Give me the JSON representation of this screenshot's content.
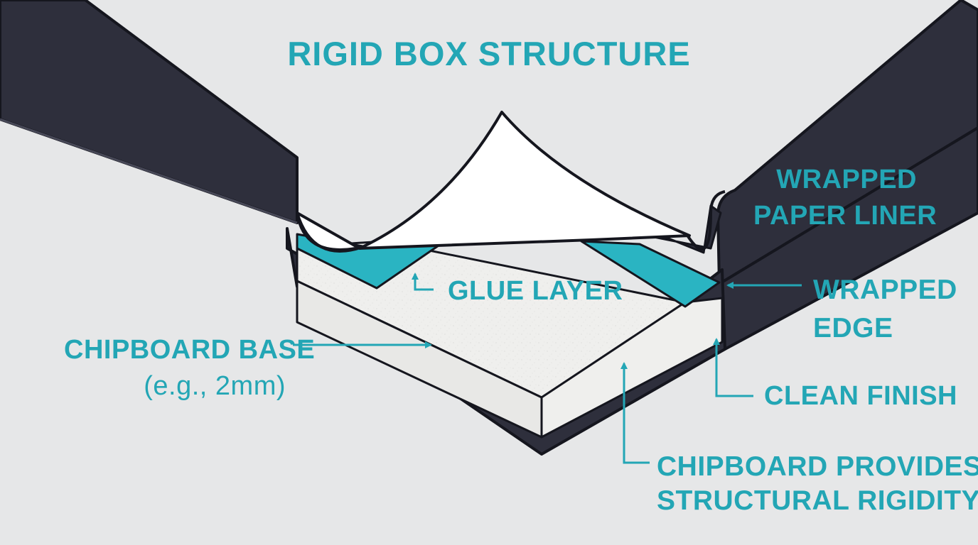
{
  "title": "RIGID BOX STRUCTURE",
  "labels": {
    "wrapped_paper_liner": [
      "WRAPPED",
      "PAPER LINER"
    ],
    "glue_layer": "GLUE LAYER",
    "wrapped_edge": [
      "WRAPPED",
      "EDGE"
    ],
    "chipboard_base": "CHIPBOARD BASE",
    "chipboard_thickness": "(e.g., 2mm)",
    "clean_finish": "CLEAN FINISH",
    "chipboard_rigidity": [
      "CHIPBOARD PROVIDES",
      "STRUCTURAL RIGIDITY"
    ]
  },
  "colors": {
    "background": "#e6e7e8",
    "wall": "#2e2f3c",
    "wall_outline": "#15161e",
    "chipboard": "#eeeeec",
    "glue": "#2ab4c2",
    "paper": "#ffffff",
    "accent": "#23a6b5"
  }
}
